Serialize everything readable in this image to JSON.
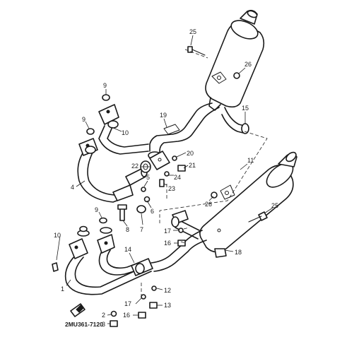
{
  "diagram_code": "2MU361-7120",
  "callouts": {
    "c1": "1",
    "c2": "2",
    "c3": "3",
    "c4": "4",
    "c5": "5",
    "c6": "6",
    "c7": "7",
    "c8": "8",
    "c9a": "9",
    "c9b": "9",
    "c9c": "9",
    "c10a": "10",
    "c10b": "10",
    "c11": "11",
    "c12": "12",
    "c13": "13",
    "c14": "14",
    "c15": "15",
    "c16a": "16",
    "c16b": "16",
    "c17a": "17",
    "c17b": "17",
    "c18": "18",
    "c19": "19",
    "c20": "20",
    "c21": "21",
    "c22": "22",
    "c23": "23",
    "c24": "24",
    "c25a": "25",
    "c25b": "25",
    "c26a": "26",
    "c26b": "26"
  }
}
